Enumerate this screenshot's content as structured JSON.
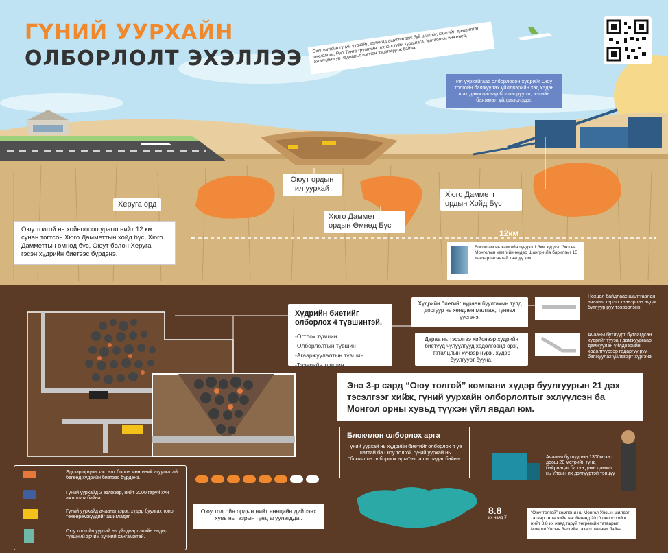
{
  "header": {
    "title_line1": "ГҮНИЙ УУРХАЙН",
    "title_line2": "ОЛБОРЛОЛТ ЭХЭЛЛЭЭ"
  },
  "banner": {
    "text": "Оюу толгойн гүний уурхайд дэлхийд ашиглагдаж буй шилдэг, хамгийн дэвшилтэт технологи, Рио Тинто группийн технологийн туршлага, Монголын инженер, ажилчдын ур чадварыг нэгтгэн хэрэгжүүлж байна"
  },
  "qr": {
    "label": "qr-code"
  },
  "shinegiin_box": {
    "text": "Ил уурхайгаас олборлосон хүдрийг Оюу толгойн баяжуулах үйлдвэрийн хэд хэдэн шат дамжлагаар боловсруулж, зэсийн баяжмал үйлдвэрлэдэг."
  },
  "labels": {
    "hugo_ord": "Херуга орд",
    "oyut_ord": "Оюут ордын ил уурхай",
    "hugo_south": "Хюго Дамметт ордын Өмнөд Бүс",
    "hugo_north": "Хюго Дамметт ордын Хойд Бүс",
    "distance": "12км"
  },
  "desc_box": {
    "text": "Оюу толгой нь хойноосоо урагш нийт 12 км сунан тогтсон Хюго Дамметтын хойд бүс, Хюго Дамметтын өмнөд бүс, Оюут болон Херуга гэсэн хүдрийн биетээс бүрдэнэ."
  },
  "tower_box": {
    "text": "Босоо ам нь хамгийн гүндээ 1.3км хүрдэг. Энэ нь Монголын хамгийн өндөр Шангри-Ла барилгыг 15 давхарласантай тэнцүү юм."
  },
  "levels_box": {
    "title": "Хүдрийн биетийг олборлох 4 түвшинтэй.",
    "items": [
      "-Огтлох түвшин",
      "-Олборлолтын түвшин",
      "-Агааржуулалтын түвшин",
      "-Тээврийн түвшин"
    ]
  },
  "step1_box": {
    "text": "Хүдрийн биетийг нураан буулгахын тулд доогуур нь хөндлөн малтаж, туннел үүсгэнэ."
  },
  "step2_box": {
    "text": "Дараа нь тэсэлгээ хийснээр хүдрийн биетүүд чулуулгууд хөдөлгөөнд орж, таталцлын хүчээр нурж, хүдэр буулгуурт бууна."
  },
  "side_note1": {
    "text": "Нөхцөл байдлаас шалтгаалан ачааны тэрэгт тээвэрлэн ачдаг бутлуур руу тээвэрлэнэ."
  },
  "side_note2": {
    "text": "Ачааны бутлуурт бутлагдсан хүдрийг туузан дамжуургаар дамжуулан үйлдвэрийн хөдөлгүүрээр гадаргуу руу баяжуулах үйлдвэрт хүргэнэ."
  },
  "highlight_box": {
    "text": "Энэ 3-р сард “Оюу толгой” компани хүдэр буулгуурын 21 дэх тэсэлгээг хийж, гүний уурхайн олборлолтыг эхлүүлсэн ба Монгол орны хувьд түүхэн үйл явдал юм."
  },
  "block_box": {
    "title": "Блокчлон олборлох арга",
    "text": "Гүний уурхай нь хүдрийн биетийг олборлох 4 үе шаттай ба Оюу толгой гүний уурхай нь “блокчлон олборлох арга”-ыг ашигладаг байна."
  },
  "conveyor_box": {
    "text": "Ачааны бутлуурын 1300м-ээс доош 20 метрийн гүнд байрладаг ба гүн дахь цамхаг нь Улсын их дэлгүүртэй тэнцүү"
  },
  "legend": {
    "items": [
      "Эдгээр ордын зэс, алт болон мөнгөний агуулгатай бөгөөд хүдрийн биетээс бүрдэнэ.",
      "Гүний уурхайд 2 ээлжээр, нийт 2000 гаруй хүн ажиллаж байна.",
      "Гүний уурхайд ачааны тэрэг, хүдэр буулгах тоног төхөөрөмжүүдийг ашигладаг.",
      "Оюу толгойн уурхай нь үйлдвэрлэлийн өндөр түвшний эрчим хүчний хангамжтай."
    ]
  },
  "resource_box": {
    "text": "Оюу толгойн ордын нийт нөөцийн дийлэнх хувь нь газрын гүнд агуулагддаг."
  },
  "progress": {
    "filled": 6,
    "total": 8
  },
  "tax_box": {
    "value": "8.8",
    "unit": "их наяд ₮",
    "text": "“Оюу толгой” компани нь Монгол Улсын шилдэг татвар төлөгчийн нэг бөгөөд 2010 оноос хойш нийт 8.8 их наяд гаруй төгрөгийн татварыг Монгол Улсын Засгийн газарт төлөөд байна."
  },
  "colors": {
    "orange": "#f0882d",
    "brown": "#5b3a26",
    "teal": "#2aa9a6"
  }
}
